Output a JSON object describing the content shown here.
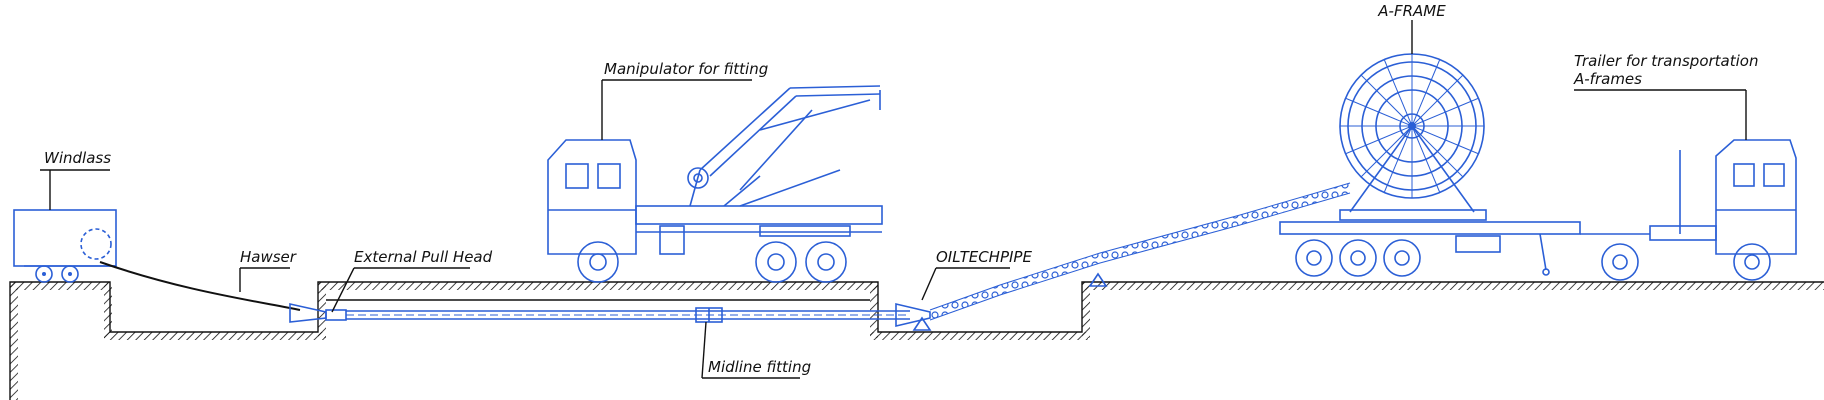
{
  "labels": {
    "windlass": "Windlass",
    "hawser": "Hawser",
    "external_pull_head": "External Pull Head",
    "manipulator": "Manipulator for fitting",
    "oiltechpipe": "OILTECHPIPE",
    "midline_fitting": "Midline fitting",
    "a_frame": "A-FRAME",
    "trailer_line1": "Trailer for transportation",
    "trailer_line2": "A-frames"
  },
  "colors": {
    "equipment": "#2b5fd6",
    "ground": "#111111",
    "hatch": "#111111"
  }
}
